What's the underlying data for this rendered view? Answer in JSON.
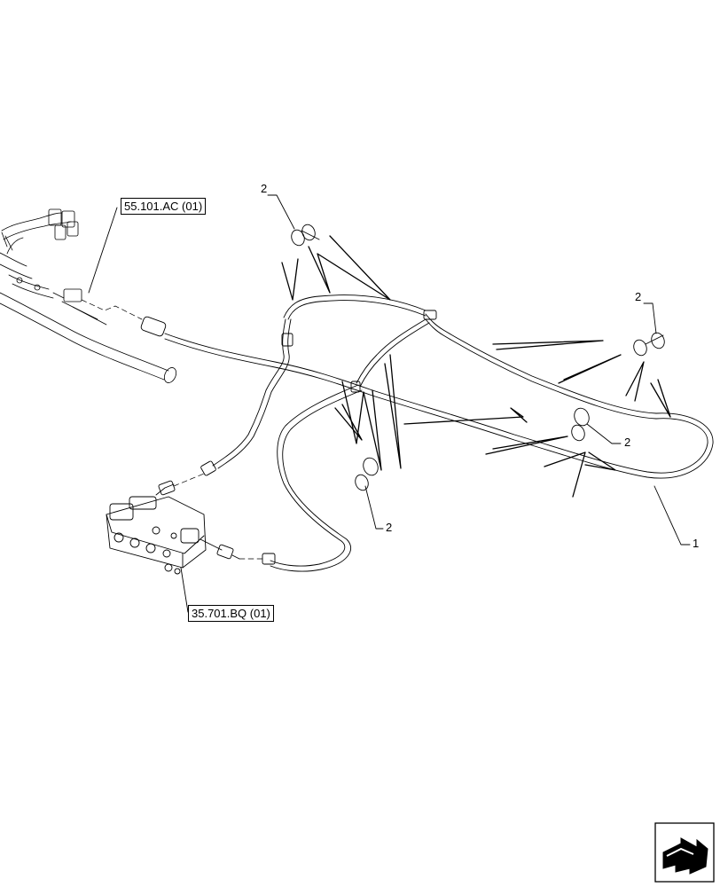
{
  "references": {
    "top": "55.101.AC (01)",
    "bottom": "35.701.BQ (01)"
  },
  "callouts": {
    "harness": "1",
    "clip_a": "2",
    "clip_b": "2",
    "clip_c": "2",
    "clip_d": "2"
  },
  "icons": {
    "navigation": "arrow-navigation-icon"
  }
}
